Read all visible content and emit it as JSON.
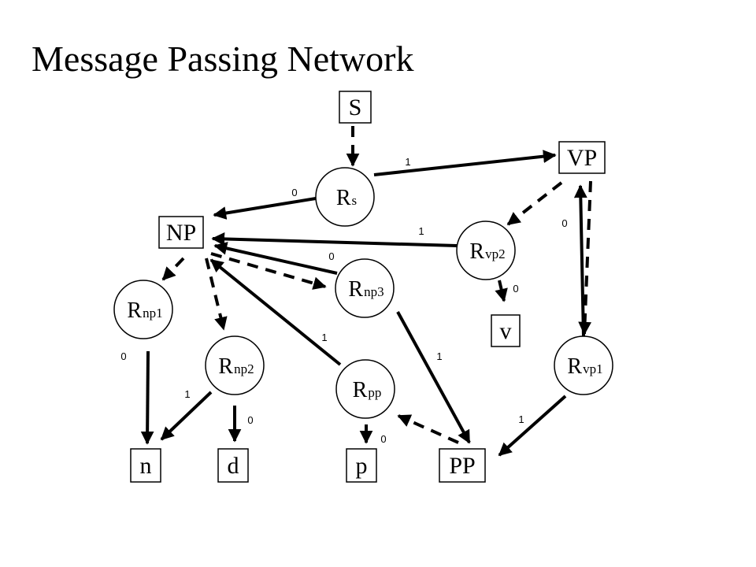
{
  "title": "Message Passing Network",
  "nodes": {
    "S": {
      "label": "S"
    },
    "VP": {
      "label": "VP"
    },
    "NP": {
      "label": "NP"
    },
    "v": {
      "label": "v"
    },
    "n": {
      "label": "n"
    },
    "d": {
      "label": "d"
    },
    "p": {
      "label": "p"
    },
    "PP": {
      "label": "PP"
    },
    "Rs": {
      "label": "R",
      "sub": "s"
    },
    "Rvp2": {
      "label": "R",
      "sub": "vp2"
    },
    "Rvp1": {
      "label": "R",
      "sub": "vp1"
    },
    "Rnp1": {
      "label": "R",
      "sub": "np1"
    },
    "Rnp2": {
      "label": "R",
      "sub": "np2"
    },
    "Rnp3": {
      "label": "R",
      "sub": "np3"
    },
    "Rpp": {
      "label": "R",
      "sub": "pp"
    }
  },
  "edges": [
    {
      "id": "S-Rs",
      "from": "S",
      "to": "Rs",
      "style": "dashed",
      "label": ""
    },
    {
      "id": "Rs-VP",
      "from": "Rs",
      "to": "VP",
      "style": "solid",
      "label": "1"
    },
    {
      "id": "Rs-NP",
      "from": "Rs",
      "to": "NP",
      "style": "solid",
      "label": "0"
    },
    {
      "id": "VP-Rvp2",
      "from": "VP",
      "to": "Rvp2",
      "style": "dashed",
      "label": ""
    },
    {
      "id": "VP-Rvp1",
      "from": "VP",
      "to": "Rvp1",
      "style": "dashed",
      "label": ""
    },
    {
      "id": "Rvp1-VP",
      "from": "Rvp1",
      "to": "VP",
      "style": "solid",
      "label": "0"
    },
    {
      "id": "Rvp2-NP",
      "from": "Rvp2",
      "to": "NP",
      "style": "solid",
      "label": "1"
    },
    {
      "id": "Rvp2-v",
      "from": "Rvp2",
      "to": "v",
      "style": "solid",
      "label": "0"
    },
    {
      "id": "Rnp3-NP",
      "from": "Rnp3",
      "to": "NP",
      "style": "solid",
      "label": "0"
    },
    {
      "id": "NP-Rnp1",
      "from": "NP",
      "to": "Rnp1",
      "style": "dashed",
      "label": ""
    },
    {
      "id": "NP-Rnp2",
      "from": "NP",
      "to": "Rnp2",
      "style": "dashed",
      "label": ""
    },
    {
      "id": "NP-Rnp3",
      "from": "NP",
      "to": "Rnp3",
      "style": "dashed",
      "label": ""
    },
    {
      "id": "Rpp-NP",
      "from": "Rpp",
      "to": "NP",
      "style": "solid",
      "label": "1"
    },
    {
      "id": "Rnp1-n",
      "from": "Rnp1",
      "to": "n",
      "style": "solid",
      "label": "0"
    },
    {
      "id": "Rnp2-n",
      "from": "Rnp2",
      "to": "n",
      "style": "solid",
      "label": "1"
    },
    {
      "id": "Rnp2-d",
      "from": "Rnp2",
      "to": "d",
      "style": "solid",
      "label": "0"
    },
    {
      "id": "Rnp3-PP",
      "from": "Rnp3",
      "to": "PP",
      "style": "solid",
      "label": "1"
    },
    {
      "id": "Rpp-p",
      "from": "Rpp",
      "to": "p",
      "style": "solid",
      "label": "0"
    },
    {
      "id": "PP-Rpp",
      "from": "PP",
      "to": "Rpp",
      "style": "dashed",
      "label": ""
    },
    {
      "id": "Rvp1-PP",
      "from": "Rvp1",
      "to": "PP",
      "style": "solid",
      "label": "1"
    }
  ]
}
